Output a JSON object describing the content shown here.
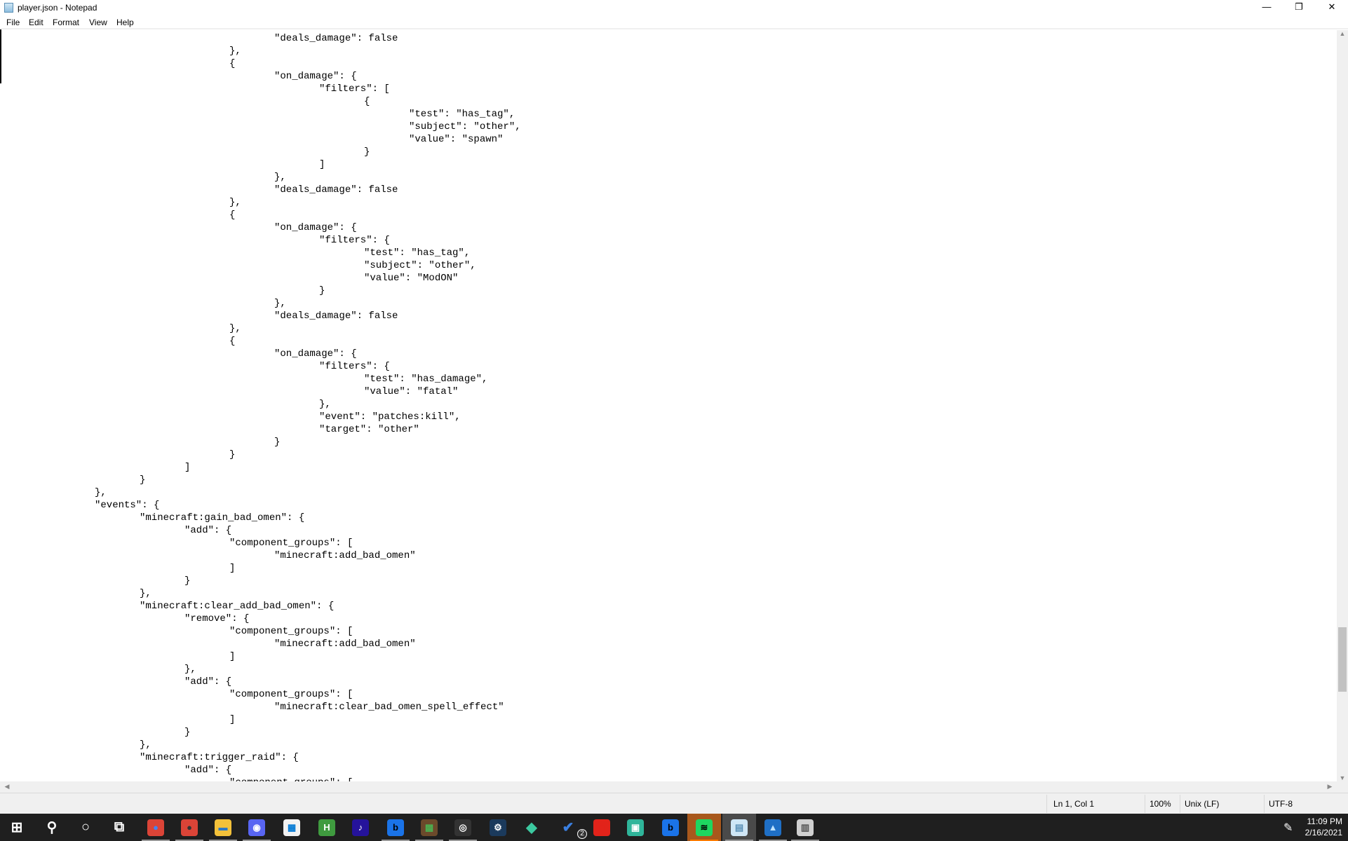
{
  "window": {
    "title": "player.json - Notepad",
    "minimize": "—",
    "restore": "❐",
    "close": "✕"
  },
  "menu": [
    "File",
    "Edit",
    "Format",
    "View",
    "Help"
  ],
  "editor": {
    "lines": [
      "\t\t\t\t\t\t\"deals_damage\": false",
      "\t\t\t\t\t},",
      "\t\t\t\t\t{",
      "\t\t\t\t\t\t\"on_damage\": {",
      "\t\t\t\t\t\t\t\"filters\": [",
      "\t\t\t\t\t\t\t\t{",
      "\t\t\t\t\t\t\t\t\t\"test\": \"has_tag\",",
      "\t\t\t\t\t\t\t\t\t\"subject\": \"other\",",
      "\t\t\t\t\t\t\t\t\t\"value\": \"spawn\"",
      "\t\t\t\t\t\t\t\t}",
      "\t\t\t\t\t\t\t]",
      "\t\t\t\t\t\t},",
      "\t\t\t\t\t\t\"deals_damage\": false",
      "\t\t\t\t\t},",
      "\t\t\t\t\t{",
      "\t\t\t\t\t\t\"on_damage\": {",
      "\t\t\t\t\t\t\t\"filters\": {",
      "\t\t\t\t\t\t\t\t\"test\": \"has_tag\",",
      "\t\t\t\t\t\t\t\t\"subject\": \"other\",",
      "\t\t\t\t\t\t\t\t\"value\": \"ModON\"",
      "\t\t\t\t\t\t\t}",
      "\t\t\t\t\t\t},",
      "\t\t\t\t\t\t\"deals_damage\": false",
      "\t\t\t\t\t},",
      "\t\t\t\t\t{",
      "\t\t\t\t\t\t\"on_damage\": {",
      "\t\t\t\t\t\t\t\"filters\": {",
      "\t\t\t\t\t\t\t\t\"test\": \"has_damage\",",
      "\t\t\t\t\t\t\t\t\"value\": \"fatal\"",
      "\t\t\t\t\t\t\t},",
      "\t\t\t\t\t\t\t\"event\": \"patches:kill\",",
      "\t\t\t\t\t\t\t\"target\": \"other\"",
      "\t\t\t\t\t\t}",
      "\t\t\t\t\t}",
      "\t\t\t\t]",
      "\t\t\t}",
      "\t\t},",
      "\t\t\"events\": {",
      "\t\t\t\"minecraft:gain_bad_omen\": {",
      "\t\t\t\t\"add\": {",
      "\t\t\t\t\t\"component_groups\": [",
      "\t\t\t\t\t\t\"minecraft:add_bad_omen\"",
      "\t\t\t\t\t]",
      "\t\t\t\t}",
      "\t\t\t},",
      "\t\t\t\"minecraft:clear_add_bad_omen\": {",
      "\t\t\t\t\"remove\": {",
      "\t\t\t\t\t\"component_groups\": [",
      "\t\t\t\t\t\t\"minecraft:add_bad_omen\"",
      "\t\t\t\t\t]",
      "\t\t\t\t},",
      "\t\t\t\t\"add\": {",
      "\t\t\t\t\t\"component_groups\": [",
      "\t\t\t\t\t\t\"minecraft:clear_bad_omen_spell_effect\"",
      "\t\t\t\t\t]",
      "\t\t\t\t}",
      "\t\t\t},",
      "\t\t\t\"minecraft:trigger_raid\": {",
      "\t\t\t\t\"add\": {",
      "\t\t\t\t\t\"component_groups\": ["
    ]
  },
  "status": {
    "position": "Ln 1, Col 1",
    "zoom": "100%",
    "line_ending": "Unix (LF)",
    "encoding": "UTF-8"
  },
  "taskbar": {
    "items": [
      {
        "name": "start",
        "glyph": "⊞",
        "bg": "transparent",
        "fg": "#ffffff"
      },
      {
        "name": "search",
        "glyph": "⚲",
        "bg": "transparent",
        "fg": "#ffffff"
      },
      {
        "name": "cortana",
        "glyph": "○",
        "bg": "transparent",
        "fg": "#ffffff"
      },
      {
        "name": "task-view",
        "glyph": "⧉",
        "bg": "transparent",
        "fg": "#ffffff"
      },
      {
        "name": "chrome",
        "glyph": "●",
        "bg": "#db4437",
        "fg": "#4285f4",
        "running": true
      },
      {
        "name": "chrome-profile",
        "glyph": "●",
        "bg": "#db4437",
        "fg": "#333333",
        "running": true
      },
      {
        "name": "file-explorer",
        "glyph": "▬",
        "bg": "#f3c13a",
        "fg": "#2b78c5",
        "running": true
      },
      {
        "name": "discord",
        "glyph": "◉",
        "bg": "#5865f2",
        "fg": "#ffffff",
        "running": true
      },
      {
        "name": "microsoft-store",
        "glyph": "▦",
        "bg": "#f2f2f2",
        "fg": "#0078d4"
      },
      {
        "name": "h-app",
        "glyph": "H",
        "bg": "#3f9b3f",
        "fg": "#ffffff"
      },
      {
        "name": "amazon-music",
        "glyph": "♪",
        "bg": "#25139b",
        "fg": "#ffffff"
      },
      {
        "name": "b-app",
        "glyph": "b",
        "bg": "#1a73e8",
        "fg": "#000000",
        "running": true
      },
      {
        "name": "minecraft",
        "glyph": "▩",
        "bg": "#6b4a2b",
        "fg": "#4caf50",
        "running": true
      },
      {
        "name": "obs",
        "glyph": "◎",
        "bg": "#333333",
        "fg": "#ffffff",
        "running": true
      },
      {
        "name": "steam",
        "glyph": "⚙",
        "bg": "#1b3a5c",
        "fg": "#ffffff"
      },
      {
        "name": "diamond-app",
        "glyph": "◆",
        "bg": "transparent",
        "fg": "#3cc9a0"
      },
      {
        "name": "todo",
        "glyph": "✔",
        "bg": "transparent",
        "fg": "#3a7fe0",
        "badge": "2"
      },
      {
        "name": "roblox",
        "glyph": "■",
        "bg": "#e2231a",
        "fg": "#e2231a"
      },
      {
        "name": "green-app",
        "glyph": "▣",
        "bg": "#2fb59a",
        "fg": "#ffffff"
      },
      {
        "name": "b-app-2",
        "glyph": "b",
        "bg": "#1a73e8",
        "fg": "#000000"
      },
      {
        "name": "spotify",
        "glyph": "≋",
        "bg": "#1ed760",
        "fg": "#000000",
        "running": true,
        "highlight": "#a8581c"
      },
      {
        "name": "notepad",
        "glyph": "▤",
        "bg": "#cfe6f5",
        "fg": "#5a8fb5",
        "running": true,
        "highlight": "#4a4a4a"
      },
      {
        "name": "photos",
        "glyph": "▲",
        "bg": "#1f6fc5",
        "fg": "#bfe3ff",
        "running": true
      },
      {
        "name": "device-app",
        "glyph": "▥",
        "bg": "#d0d0d0",
        "fg": "#555555",
        "running": true
      }
    ],
    "time": "11:09 PM",
    "date": "2/16/2021"
  }
}
